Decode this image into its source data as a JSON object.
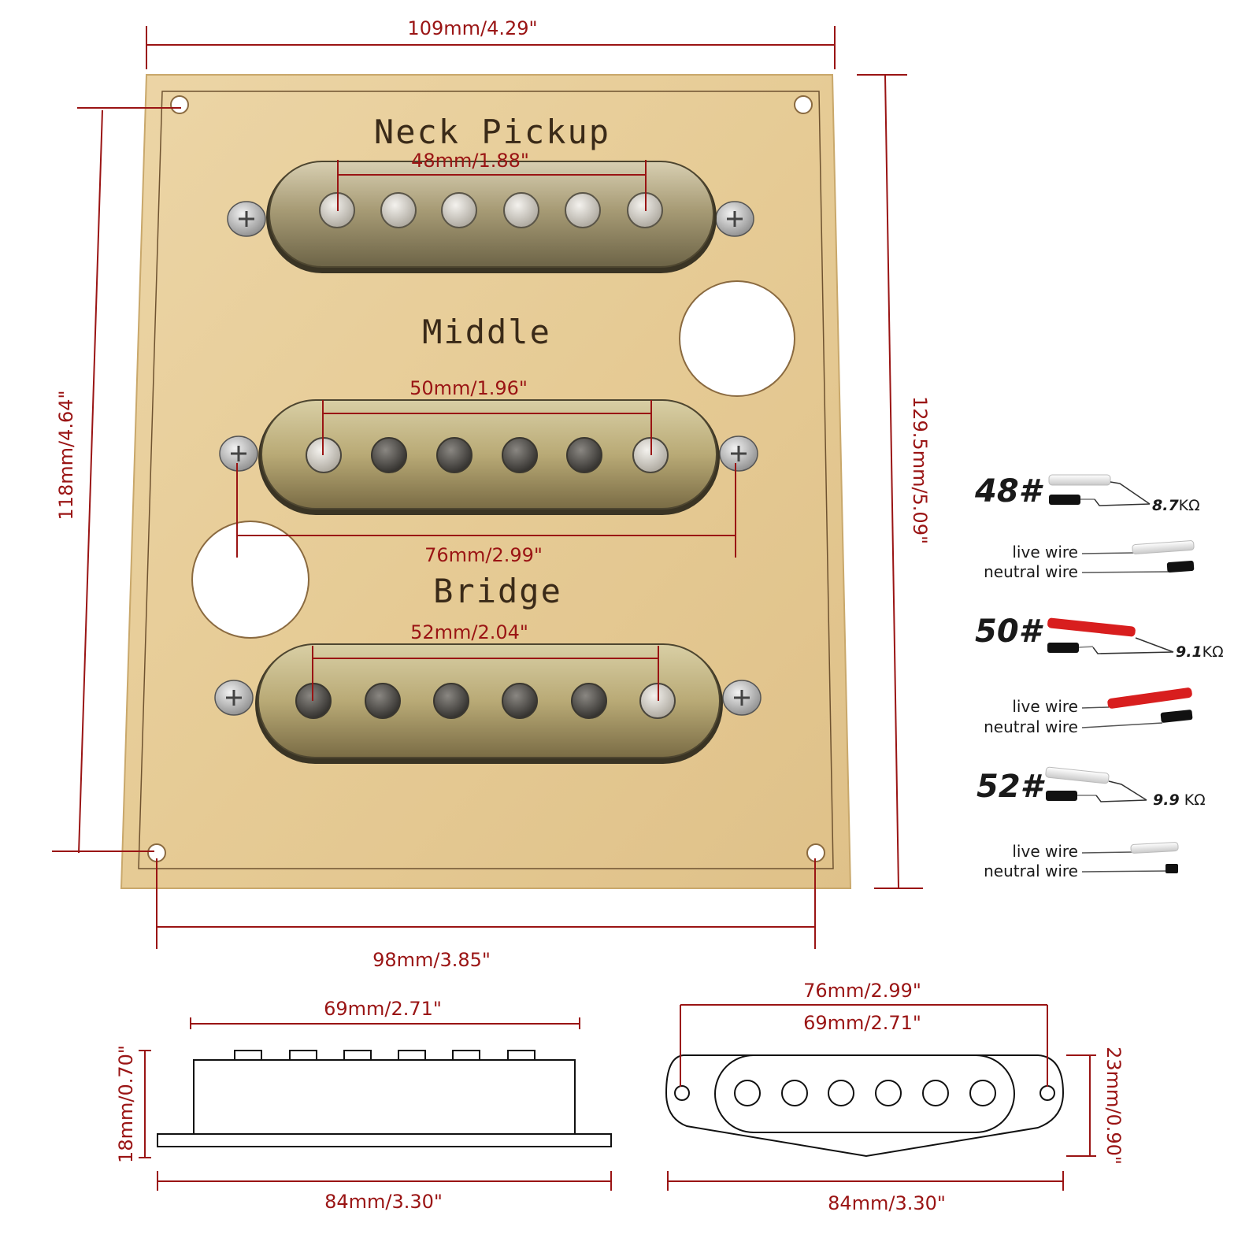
{
  "board": {
    "width_label": "109mm/4.29\"",
    "height_label": "129.5mm/5.09\"",
    "hole_height_label": "118mm/4.64\"",
    "hole_width_label": "98mm/3.85\""
  },
  "pickups": {
    "neck": {
      "label": "Neck Pickup",
      "pole_spacing": "48mm/1.88\""
    },
    "middle": {
      "label": "Middle",
      "pole_spacing": "50mm/1.96\"",
      "screw_spacing": "76mm/2.99\""
    },
    "bridge": {
      "label": "Bridge",
      "pole_spacing": "52mm/2.04\""
    }
  },
  "side_view": {
    "top_width": "69mm/2.71\"",
    "base_width": "84mm/3.30\"",
    "height": "18mm/0.70\""
  },
  "top_view": {
    "mount_width": "76mm/2.99\"",
    "cover_width": "69mm/2.71\"",
    "base_width": "84mm/3.30\"",
    "depth": "23mm/0.90\""
  },
  "legend": {
    "live_wire": "live wire",
    "neutral_wire": "neutral wire",
    "items": [
      {
        "number": "48#",
        "resistance_value": "8.7",
        "resistance_unit": "KΩ",
        "wire_color": "#e2e2e2"
      },
      {
        "number": "50#",
        "resistance_value": "9.1",
        "resistance_unit": "KΩ",
        "wire_color": "#d81e1e"
      },
      {
        "number": "52#",
        "resistance_value": "9.9",
        "resistance_unit": " KΩ",
        "wire_color": "#e2e2e2"
      }
    ]
  },
  "colors": {
    "dimension": "#9a1414",
    "wood": "#e8cf9d",
    "chrome_cover": "#b9a874"
  }
}
